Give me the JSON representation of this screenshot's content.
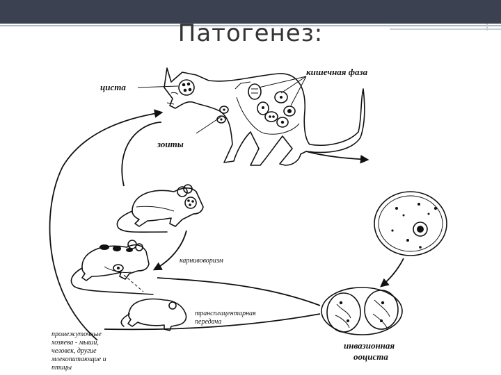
{
  "slide": {
    "title": "Патогенез:"
  },
  "labels": {
    "cyst": "циста",
    "intestinal_phase": "кишечная фаза",
    "zoites": "зоиты",
    "carnivorism": "карнивоворизм",
    "transplacental": [
      "трансплацентарная",
      "передача"
    ],
    "intermediate_hosts": [
      "промежуточные",
      "хозяева - мыши,",
      "человек, другие",
      "млекопитающие и",
      "птицы"
    ],
    "invasive_oocyst": [
      "инвазионная",
      "ооциста"
    ]
  },
  "colors": {
    "topbar": "#3b4150",
    "accent": "#8fa3ad",
    "ink": "#111111"
  }
}
